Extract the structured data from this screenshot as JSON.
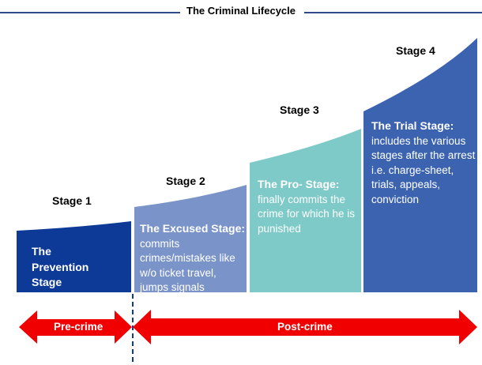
{
  "title": "The Criminal Lifecycle",
  "stages": [
    {
      "label": "Stage 1",
      "heading": "The Prevention Stage",
      "description": "",
      "color": "#0e3a97"
    },
    {
      "label": "Stage 2",
      "heading": "The Excused Stage:",
      "description": "commits crimes/mistakes like w/o ticket travel, jumps signals",
      "color": "#7a93c8"
    },
    {
      "label": "Stage 3",
      "heading": "The Pro- Stage:",
      "description": "finally commits the crime for which he is punished",
      "color": "#7dcac8"
    },
    {
      "label": "Stage 4",
      "heading": "The Trial Stage:",
      "description": "includes the various stages after the arrest i.e. charge-sheet, trials, appeals, conviction",
      "color": "#3c63b0"
    }
  ],
  "arrows": {
    "pre_crime": "Pre-crime",
    "post_crime": "Post-crime",
    "color": "#f00000"
  },
  "colors": {
    "divider": "#0e3a97",
    "title_rule": "#2f4a8f"
  }
}
